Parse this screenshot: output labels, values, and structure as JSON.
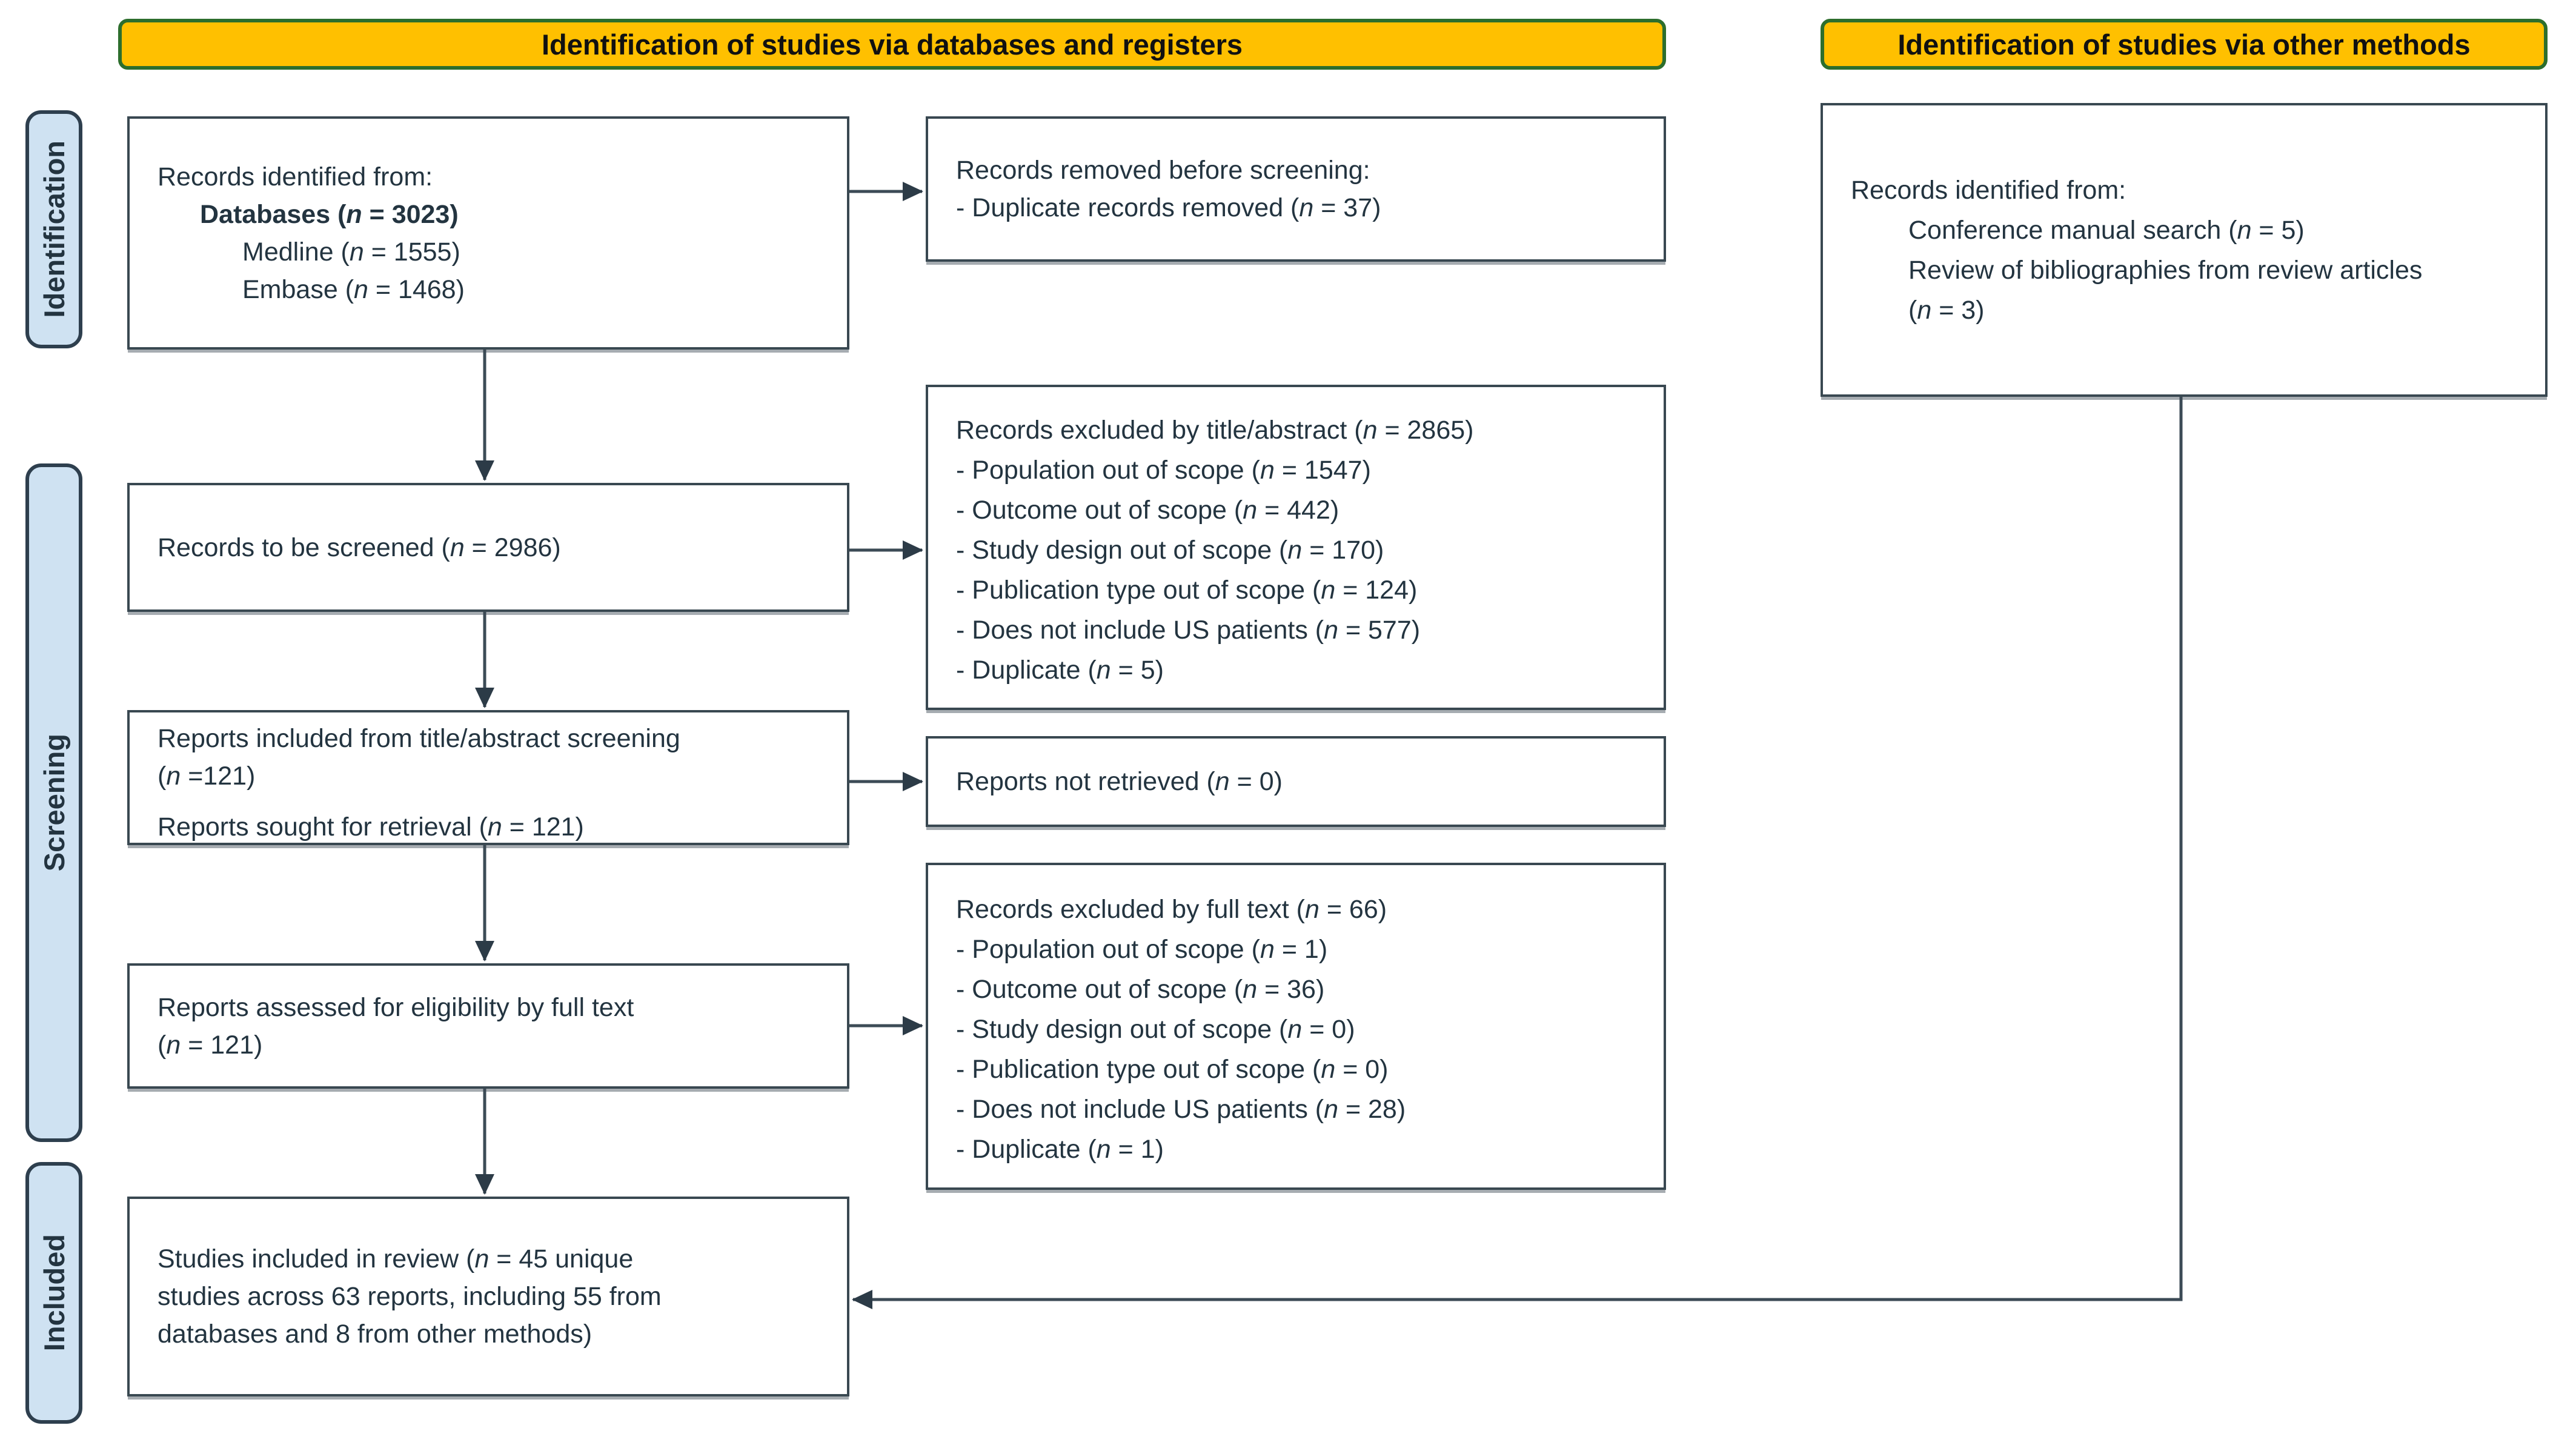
{
  "banners": {
    "left": "Identification of studies via databases and registers",
    "right": "Identification of studies via other methods"
  },
  "stages": {
    "identification": "Identification",
    "screening": "Screening",
    "included": "Included"
  },
  "boxes": {
    "records_identified": {
      "lines": [
        "Records identified from:",
        "Databases (n = 3023)",
        "Medline (n = 1555)",
        "Embase (n = 1468)"
      ]
    },
    "records_removed": {
      "lines": [
        "Records removed before screening:",
        "- Duplicate records removed (n = 37)"
      ]
    },
    "other_methods": {
      "lines": [
        "Records identified from:",
        "Conference manual search (n = 5)",
        "Review of bibliographies from review articles",
        "(n = 3)"
      ]
    },
    "to_be_screened": {
      "lines": [
        "Records to be screened (n = 2986)"
      ]
    },
    "excluded_title_abstract": {
      "lines": [
        "Records excluded by title/abstract (n = 2865)",
        "- Population out of scope (n = 1547)",
        "- Outcome out of scope (n = 442)",
        "- Study design out of scope (n = 170)",
        "- Publication type out of scope (n = 124)",
        "- Does not include US patients (n = 577)",
        "- Duplicate (n = 5)"
      ]
    },
    "reports_included": {
      "lines": [
        "Reports included from title/abstract screening",
        "(n =121)",
        "Reports sought for retrieval (n = 121)"
      ]
    },
    "not_retrieved": {
      "lines": [
        "Reports not retrieved (n = 0)"
      ]
    },
    "excluded_full_text": {
      "lines": [
        "Records excluded by full text (n = 66)",
        "- Population out of scope (n = 1)",
        "- Outcome out of scope (n = 36)",
        "- Study design out of scope (n = 0)",
        "- Publication type out of scope (n = 0)",
        "- Does not include US patients (n = 28)",
        "- Duplicate (n = 1)"
      ]
    },
    "assessed_full_text": {
      "lines": [
        "Reports assessed for eligibility by full text",
        "(n = 121)"
      ]
    },
    "included_review": {
      "lines": [
        "Studies included in review (n = 45 unique",
        "studies across 63 reports, including 55 from",
        "databases and 8 from other methods)"
      ]
    }
  },
  "colors": {
    "banner_fill": "#ffc000",
    "banner_border": "#2d6e2d",
    "stage_fill": "#cfe2f2",
    "stage_border": "#2e3f4e",
    "box_border": "#394851",
    "text": "#233440",
    "arrow": "#3c4b56",
    "arrowhead": "#2c3b47"
  }
}
